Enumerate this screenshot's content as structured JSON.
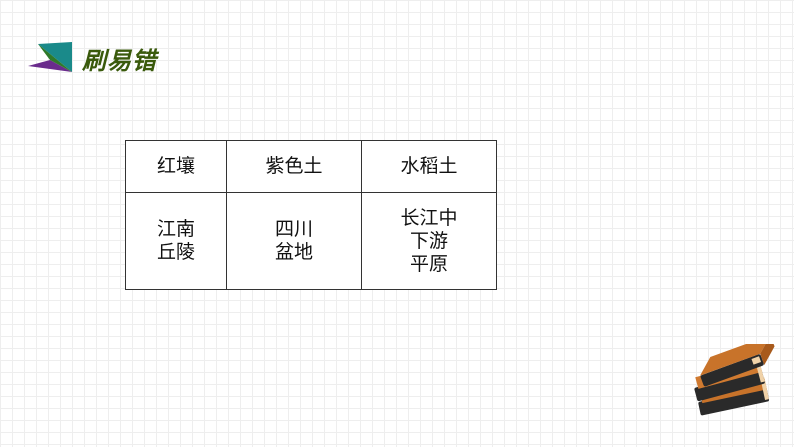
{
  "header": {
    "title": "刷易错",
    "icon": "triangle-logo-icon"
  },
  "table": {
    "headers": [
      "红壤",
      "紫色土",
      "水稻土"
    ],
    "rows": [
      [
        [
          "江南",
          "丘陵"
        ],
        [
          "四川",
          "盆地"
        ],
        [
          "长江中",
          "下游",
          "平原"
        ]
      ]
    ]
  },
  "decoration": {
    "icon": "books-stack-icon"
  },
  "colors": {
    "title": "#3a5a0c",
    "logo_purple": "#6a2c8c",
    "logo_green": "#2f7a2a",
    "logo_teal": "#1a8a8a",
    "book_orange": "#c8732a",
    "book_dark": "#2a2a2a"
  }
}
